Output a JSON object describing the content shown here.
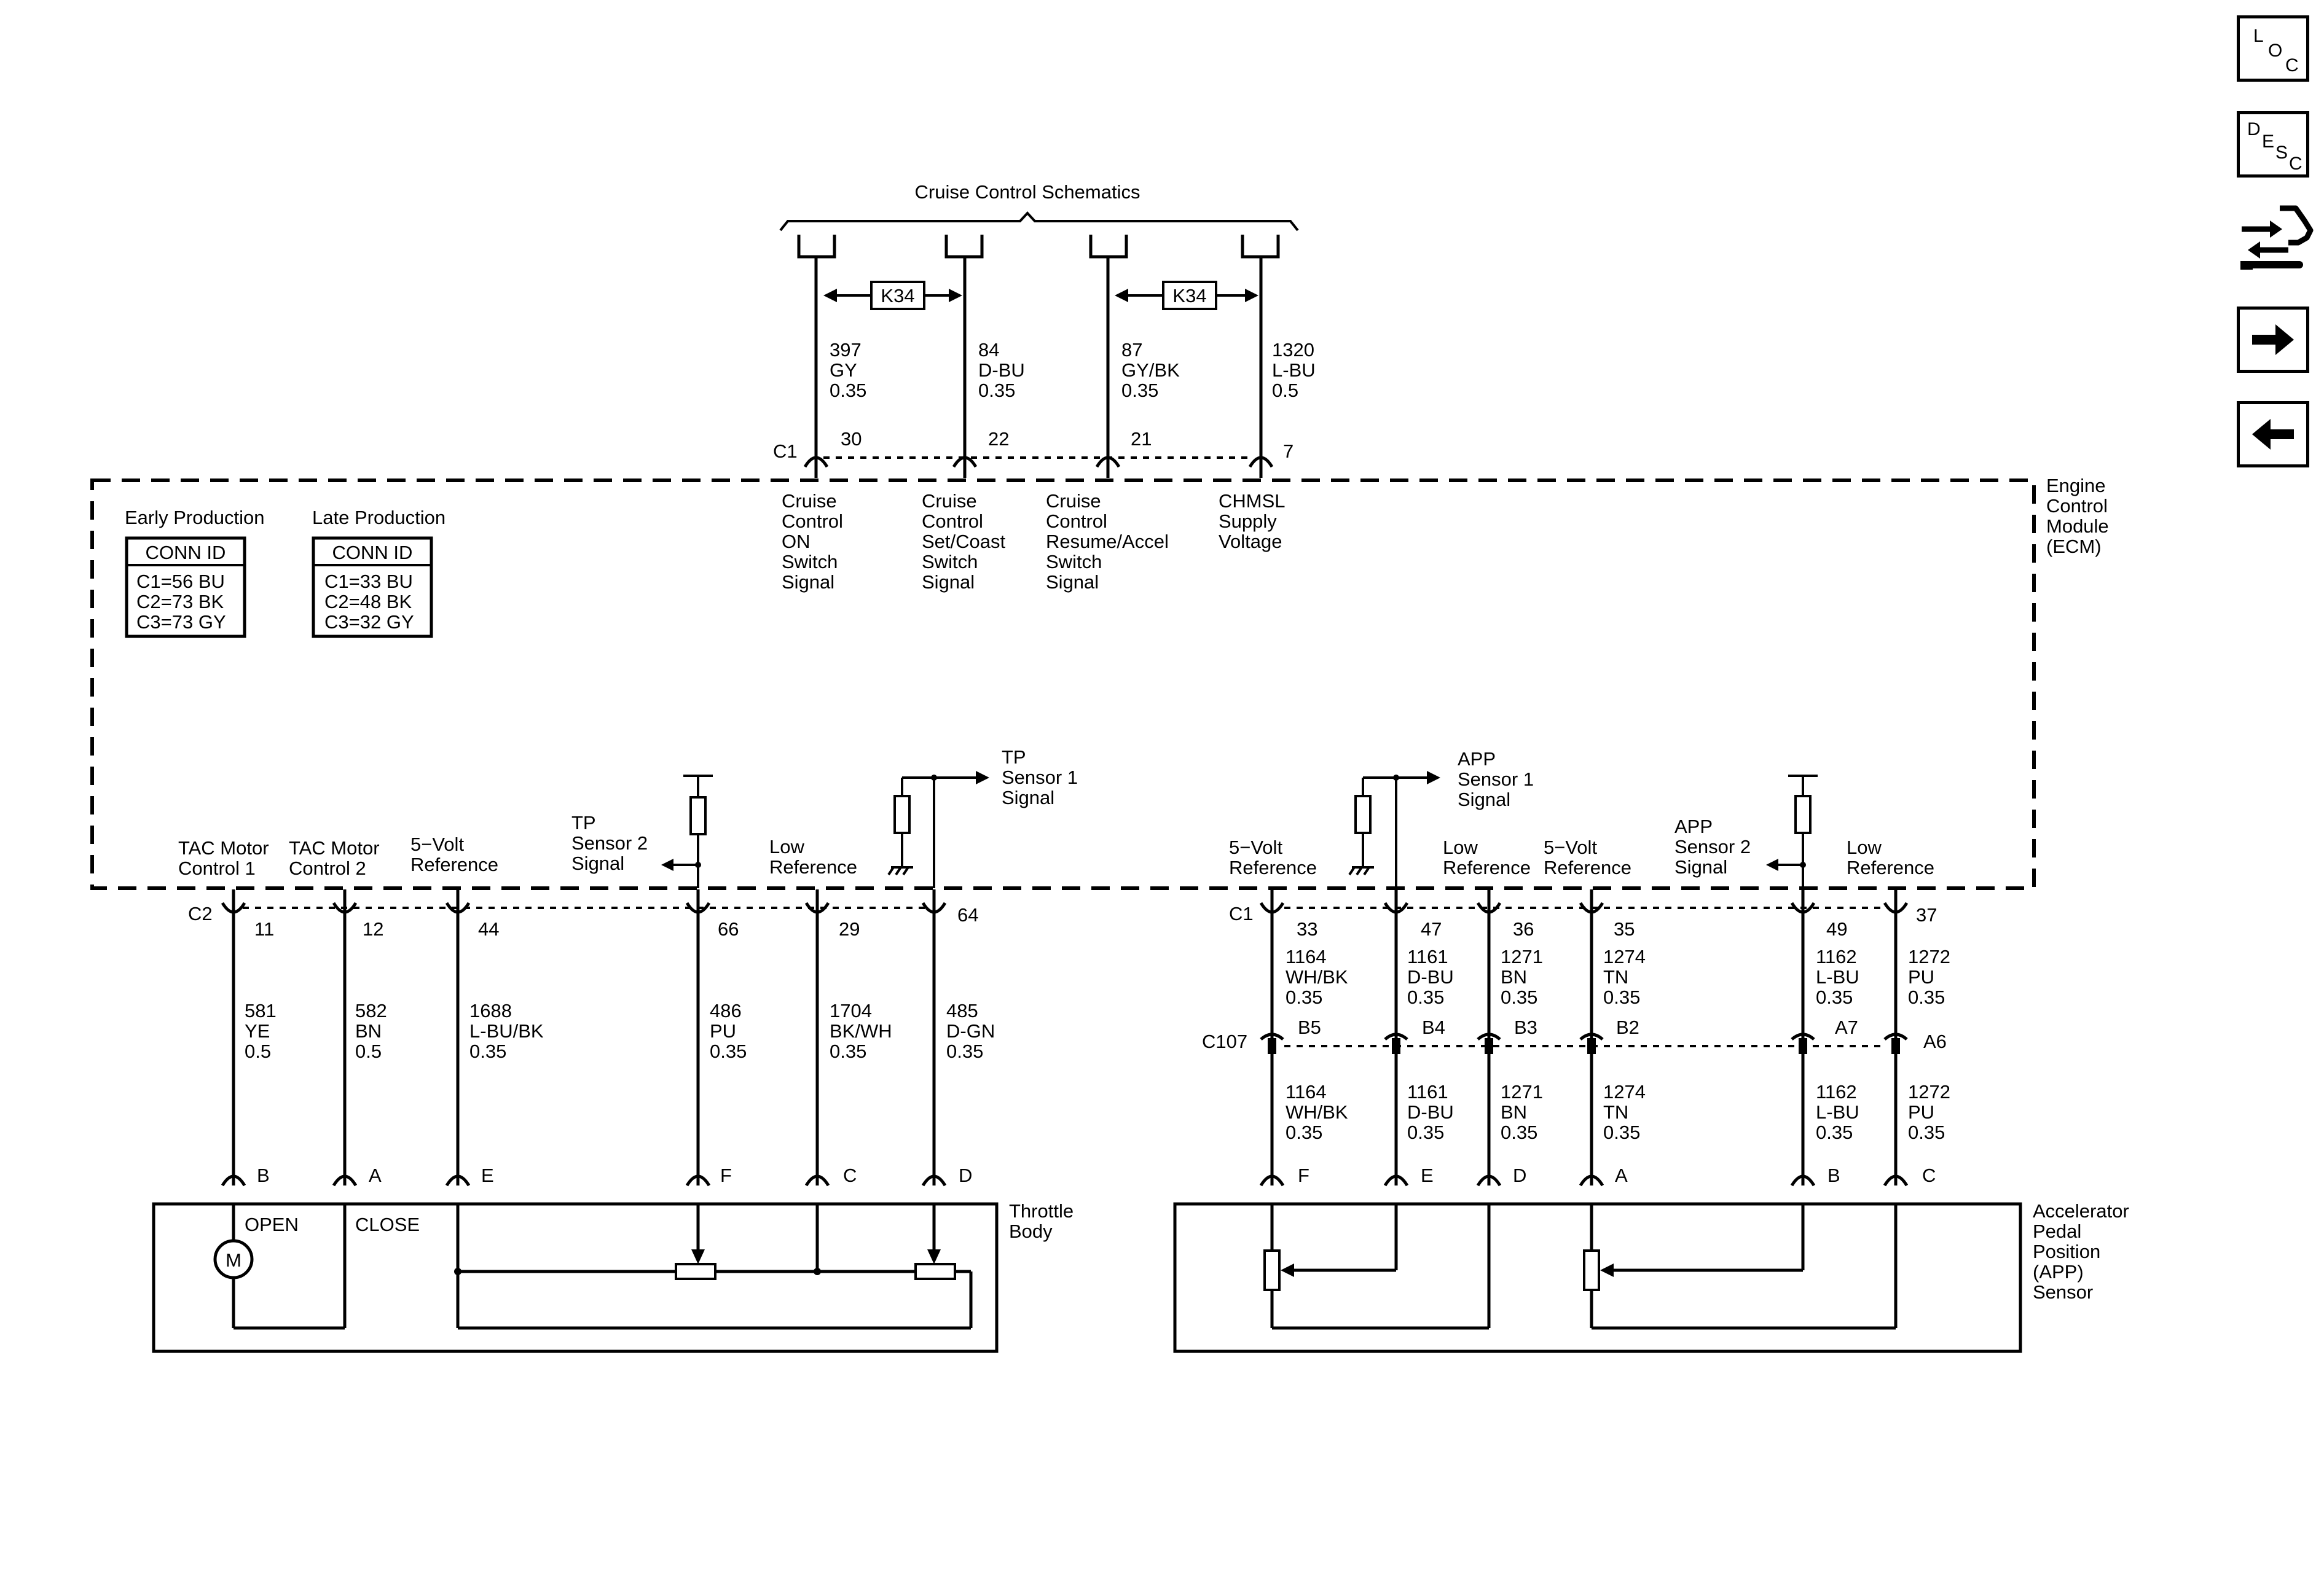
{
  "top_group": {
    "title": "Cruise Control Schematics",
    "k34_label": "K34"
  },
  "ecm": {
    "name": "Engine Control Module (ECM)",
    "name_lines": [
      "Engine",
      "Control",
      "Module",
      "(ECM)"
    ],
    "early": {
      "title": "Early Production",
      "header": "CONN ID",
      "rows": [
        "C1=56 BU",
        "C2=73 BK",
        "C3=73 GY"
      ]
    },
    "late": {
      "title": "Late Production",
      "header": "CONN ID",
      "rows": [
        "C1=33 BU",
        "C2=48 BK",
        "C3=32 GY"
      ]
    }
  },
  "top_circuits": [
    {
      "id": "cruise-on",
      "pin": "30",
      "circuit": "397",
      "color": "GY",
      "gauge": "0.35",
      "function_lines": [
        "Cruise",
        "Control",
        "ON",
        "Switch",
        "Signal"
      ]
    },
    {
      "id": "set-coast",
      "pin": "22",
      "circuit": "84",
      "color": "D-BU",
      "gauge": "0.35",
      "function_lines": [
        "Cruise",
        "Control",
        "Set/Coast",
        "Switch",
        "Signal"
      ]
    },
    {
      "id": "resume-accel",
      "pin": "21",
      "circuit": "87",
      "color": "GY/BK",
      "gauge": "0.35",
      "function_lines": [
        "Cruise",
        "Control",
        "Resume/Accel",
        "Switch",
        "Signal"
      ]
    },
    {
      "id": "chmsl",
      "pin": "7",
      "circuit": "1320",
      "color": "L-BU",
      "gauge": "0.5",
      "function_lines": [
        "CHMSL",
        "Supply",
        "Voltage"
      ]
    }
  ],
  "top_connector": "C1",
  "throttle": {
    "connector": "C2",
    "component_lines": [
      "Throttle",
      "Body"
    ],
    "open_label": "OPEN",
    "close_label": "CLOSE",
    "motor_label": "M",
    "circuits": [
      {
        "id": "tac1",
        "pin": "11",
        "circuit": "581",
        "color": "YE",
        "gauge": "0.5",
        "term": "B",
        "function_lines": [
          "TAC Motor",
          "Control 1"
        ]
      },
      {
        "id": "tac2",
        "pin": "12",
        "circuit": "582",
        "color": "BN",
        "gauge": "0.5",
        "term": "A",
        "function_lines": [
          "TAC Motor",
          "Control 2"
        ]
      },
      {
        "id": "ref5v",
        "pin": "44",
        "circuit": "1688",
        "color": "L-BU/BK",
        "gauge": "0.35",
        "term": "E",
        "function_lines": [
          "5−Volt",
          "Reference"
        ]
      },
      {
        "id": "tp2",
        "pin": "66",
        "circuit": "486",
        "color": "PU",
        "gauge": "0.35",
        "term": "F",
        "function_lines": [
          "TP",
          "Sensor 2",
          "Signal"
        ]
      },
      {
        "id": "lowref",
        "pin": "29",
        "circuit": "1704",
        "color": "BK/WH",
        "gauge": "0.35",
        "term": "C",
        "function_lines": [
          "Low",
          "Reference"
        ]
      },
      {
        "id": "tp1",
        "pin": "64",
        "circuit": "485",
        "color": "D-GN",
        "gauge": "0.35",
        "term": "D",
        "function_lines": [
          "TP",
          "Sensor 1",
          "Signal"
        ]
      }
    ]
  },
  "app": {
    "connector": "C1",
    "inline_connector": "C107",
    "component_lines": [
      "Accelerator",
      "Pedal",
      "Position",
      "(APP)",
      "Sensor"
    ],
    "circuits": [
      {
        "id": "app-ref1",
        "pin": "33",
        "circuit": "1164",
        "color": "WH/BK",
        "gauge": "0.35",
        "inline": "B5",
        "term": "F",
        "function_lines": [
          "5−Volt",
          "Reference"
        ]
      },
      {
        "id": "app1",
        "pin": "47",
        "circuit": "1161",
        "color": "D-BU",
        "gauge": "0.35",
        "inline": "B4",
        "term": "E",
        "function_lines": [
          "APP",
          "Sensor 1",
          "Signal"
        ]
      },
      {
        "id": "app-low1",
        "pin": "36",
        "circuit": "1271",
        "color": "BN",
        "gauge": "0.35",
        "inline": "B3",
        "term": "D",
        "function_lines": [
          "Low",
          "Reference"
        ]
      },
      {
        "id": "app-ref2",
        "pin": "35",
        "circuit": "1274",
        "color": "TN",
        "gauge": "0.35",
        "inline": "B2",
        "term": "A",
        "function_lines": [
          "5−Volt",
          "Reference"
        ]
      },
      {
        "id": "app2",
        "pin": "49",
        "circuit": "1162",
        "color": "L-BU",
        "gauge": "0.35",
        "inline": "A7",
        "term": "B",
        "function_lines": [
          "APP",
          "Sensor 2",
          "Signal"
        ]
      },
      {
        "id": "app-low2",
        "pin": "37",
        "circuit": "1272",
        "color": "PU",
        "gauge": "0.35",
        "inline": "A6",
        "term": "C",
        "function_lines": [
          "Low",
          "Reference"
        ]
      }
    ]
  },
  "nav": {
    "loc": [
      "L",
      "O",
      "C"
    ],
    "desc": [
      "D",
      "E",
      "S",
      "C"
    ],
    "icons": [
      "connector-harness-icon",
      "arrow-right-icon",
      "arrow-left-icon"
    ]
  }
}
